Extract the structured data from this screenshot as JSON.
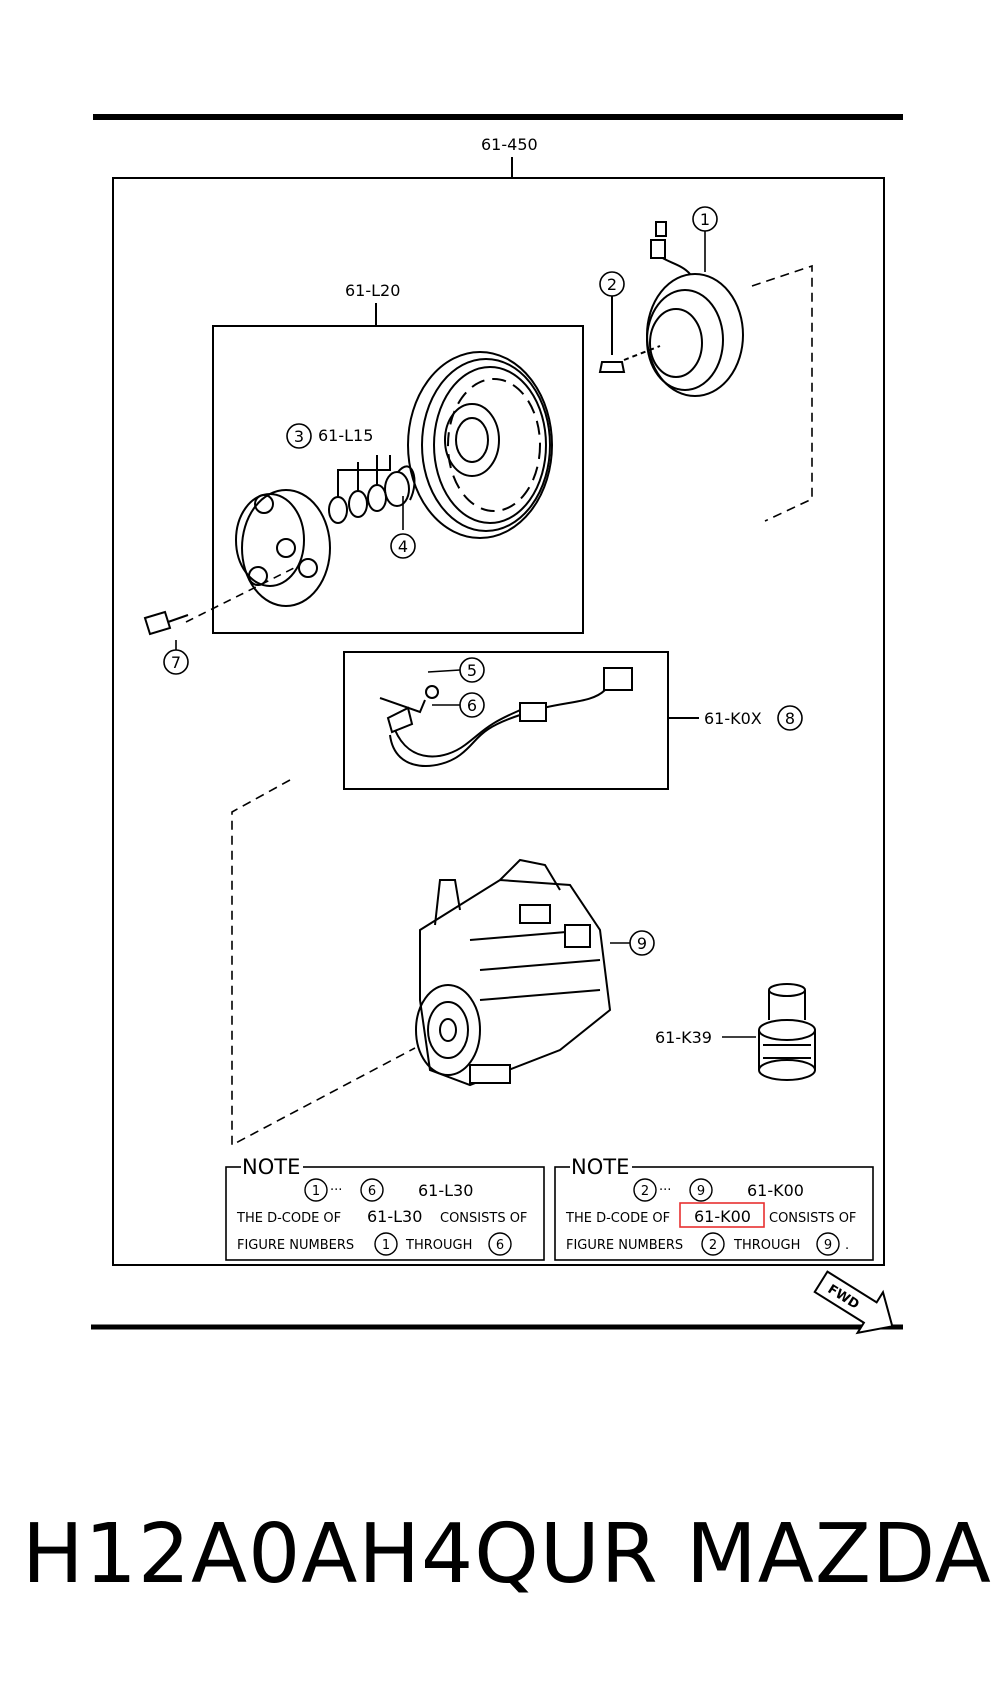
{
  "diagram": {
    "top_code": "61-450",
    "pulley_group_code": "61-L20",
    "shim_code": "61-L15",
    "harness_code": "61-K0X",
    "bushing_code": "61-K39",
    "callouts": [
      "1",
      "2",
      "3",
      "4",
      "5",
      "6",
      "7",
      "8",
      "9"
    ],
    "note_left": {
      "title": "NOTE",
      "from": "1",
      "dots": "···",
      "to": "6",
      "code": "61-L30",
      "line2_pre": "THE D-CODE OF",
      "line2_code": "61-L30",
      "line2_post": "CONSISTS OF",
      "line3_pre": "FIGURE NUMBERS",
      "line3_mid": "THROUGH",
      "line3_post": ""
    },
    "note_right": {
      "title": "NOTE",
      "from": "2",
      "dots": "···",
      "to": "9",
      "code": "61-K00",
      "line2_pre": "THE D-CODE OF",
      "line2_code": "61-K00",
      "line2_post": "CONSISTS OF",
      "line3_pre": "FIGURE NUMBERS",
      "line3_mid": "THROUGH",
      "line3_post": "."
    },
    "direction_label": "FWD",
    "highlight_color": "#e83030"
  },
  "footer": {
    "part_number": "H12A0AH4QUR",
    "brand": "MAZDA"
  }
}
